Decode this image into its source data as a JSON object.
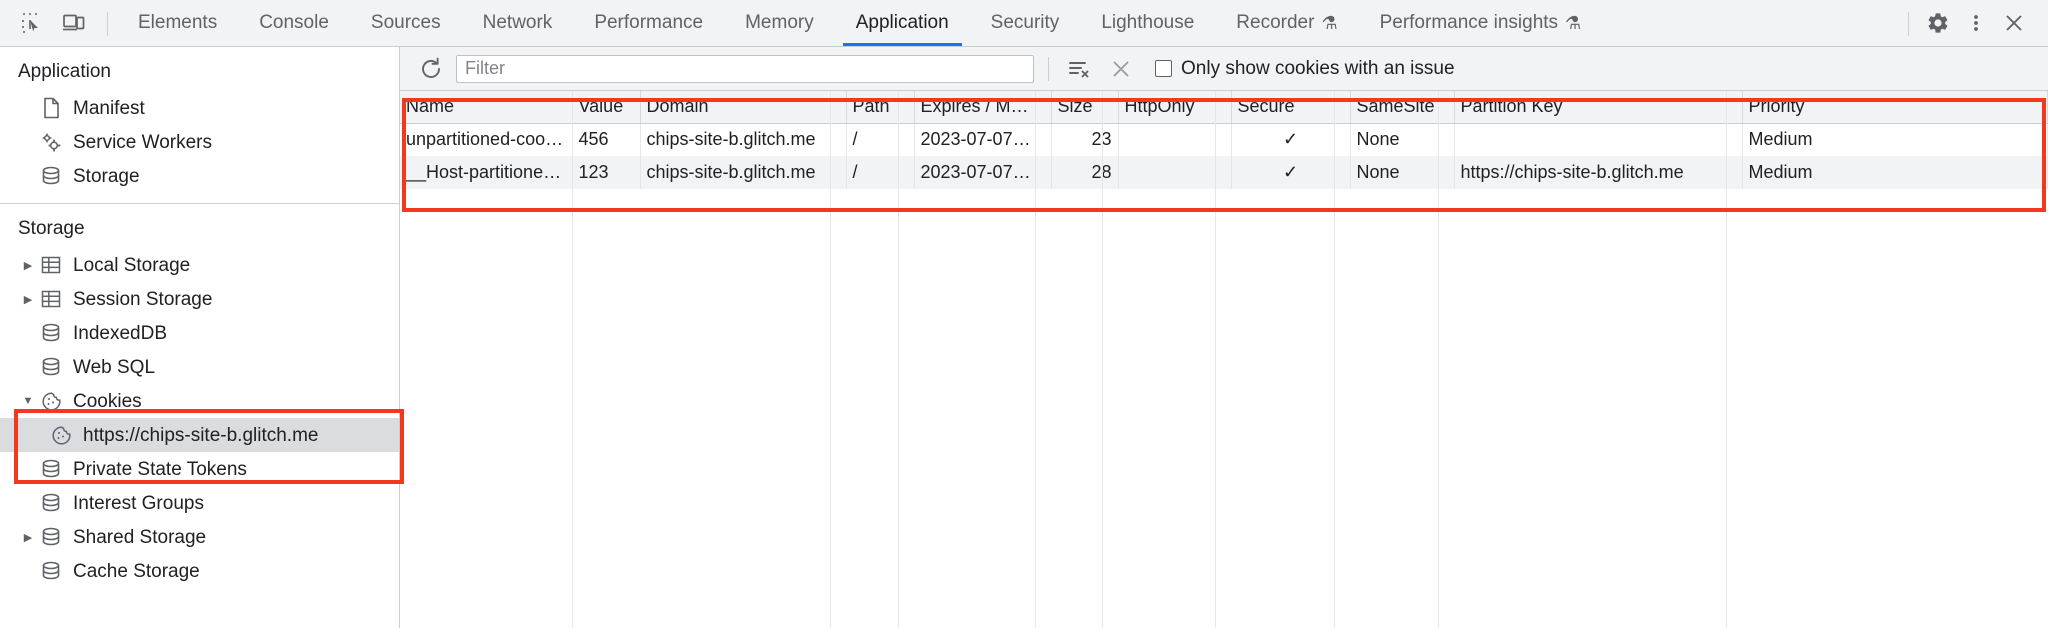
{
  "toolbar": {
    "left_icons": [
      {
        "name": "inspect-element-icon",
        "title": "Inspect element"
      },
      {
        "name": "device-toolbar-icon",
        "title": "Toggle device toolbar"
      }
    ],
    "tabs": [
      {
        "label": "Elements",
        "active": false,
        "experimental": false
      },
      {
        "label": "Console",
        "active": false,
        "experimental": false
      },
      {
        "label": "Sources",
        "active": false,
        "experimental": false
      },
      {
        "label": "Network",
        "active": false,
        "experimental": false
      },
      {
        "label": "Performance",
        "active": false,
        "experimental": false
      },
      {
        "label": "Memory",
        "active": false,
        "experimental": false
      },
      {
        "label": "Application",
        "active": true,
        "experimental": false
      },
      {
        "label": "Security",
        "active": false,
        "experimental": false
      },
      {
        "label": "Lighthouse",
        "active": false,
        "experimental": false
      },
      {
        "label": "Recorder",
        "active": false,
        "experimental": true
      },
      {
        "label": "Performance insights",
        "active": false,
        "experimental": true
      }
    ],
    "experimental_glyph": "⚗",
    "right_icons": [
      {
        "name": "gear-icon",
        "title": "Settings"
      },
      {
        "name": "kebab-menu-icon",
        "title": "Customize and control DevTools"
      },
      {
        "name": "close-icon",
        "title": "Close DevTools"
      }
    ],
    "accent_color": "#1a73e8"
  },
  "sidebar": {
    "sections": [
      {
        "title": "Application",
        "items": [
          {
            "label": "Manifest",
            "icon": "document-icon",
            "indent": 1,
            "twisty": "none",
            "selected": false
          },
          {
            "label": "Service Workers",
            "icon": "gears-icon",
            "indent": 1,
            "twisty": "none",
            "selected": false
          },
          {
            "label": "Storage",
            "icon": "database-icon",
            "indent": 1,
            "twisty": "none",
            "selected": false
          }
        ]
      },
      {
        "title": "Storage",
        "items": [
          {
            "label": "Local Storage",
            "icon": "table-icon",
            "indent": 1,
            "twisty": "collapsed",
            "selected": false
          },
          {
            "label": "Session Storage",
            "icon": "table-icon",
            "indent": 1,
            "twisty": "collapsed",
            "selected": false
          },
          {
            "label": "IndexedDB",
            "icon": "database-icon",
            "indent": 1,
            "twisty": "none",
            "selected": false
          },
          {
            "label": "Web SQL",
            "icon": "database-icon",
            "indent": 1,
            "twisty": "none",
            "selected": false
          },
          {
            "label": "Cookies",
            "icon": "cookie-icon",
            "indent": 1,
            "twisty": "expanded",
            "selected": false
          },
          {
            "label": "https://chips-site-b.glitch.me",
            "icon": "cookie-icon",
            "indent": 2,
            "twisty": "none",
            "selected": true
          },
          {
            "label": "Private State Tokens",
            "icon": "database-icon",
            "indent": 1,
            "twisty": "none",
            "selected": false
          },
          {
            "label": "Interest Groups",
            "icon": "database-icon",
            "indent": 1,
            "twisty": "none",
            "selected": false
          },
          {
            "label": "Shared Storage",
            "icon": "database-icon",
            "indent": 1,
            "twisty": "collapsed",
            "selected": false
          },
          {
            "label": "Cache Storage",
            "icon": "database-icon",
            "indent": 1,
            "twisty": "none",
            "selected": false
          }
        ]
      }
    ]
  },
  "filterbar": {
    "refresh_icon": "refresh-icon",
    "filter_value": "",
    "filter_placeholder": "Filter",
    "clear_filter_icon": "clear-filter-icon",
    "clear_all_icon": "clear-all-cookies-icon",
    "checkbox_label": "Only show cookies with an issue",
    "checkbox_checked": false
  },
  "table": {
    "columns": [
      {
        "key": "name",
        "label": "Name"
      },
      {
        "key": "value",
        "label": "Value"
      },
      {
        "key": "domain",
        "label": "Domain"
      },
      {
        "key": "path",
        "label": "Path"
      },
      {
        "key": "expires",
        "label": "Expires / M…"
      },
      {
        "key": "size",
        "label": "Size"
      },
      {
        "key": "httponly",
        "label": "HttpOnly"
      },
      {
        "key": "secure",
        "label": "Secure"
      },
      {
        "key": "samesite",
        "label": "SameSite"
      },
      {
        "key": "partition",
        "label": "Partition Key"
      },
      {
        "key": "priority",
        "label": "Priority"
      }
    ],
    "rows": [
      {
        "name": "unpartitioned-cookie",
        "value": "456",
        "domain": "chips-site-b.glitch.me",
        "path": "/",
        "expires": "2023-07-07…",
        "size": "23",
        "httponly": "",
        "secure": "✓",
        "samesite": "None",
        "partition": "",
        "priority": "Medium"
      },
      {
        "name": "__Host-partitioned-cookie",
        "value": "123",
        "domain": "chips-site-b.glitch.me",
        "path": "/",
        "expires": "2023-07-07…",
        "size": "28",
        "httponly": "",
        "secure": "✓",
        "samesite": "None",
        "partition": "https://chips-site-b.glitch.me",
        "priority": "Medium"
      }
    ]
  },
  "annotations": {
    "highlight_color": "#f4381b",
    "boxes": [
      {
        "name": "cookies-tree-highlight",
        "target": "sidebar cookies node and selected origin"
      },
      {
        "name": "cookies-table-highlight",
        "target": "cookie table header and rows"
      }
    ]
  }
}
